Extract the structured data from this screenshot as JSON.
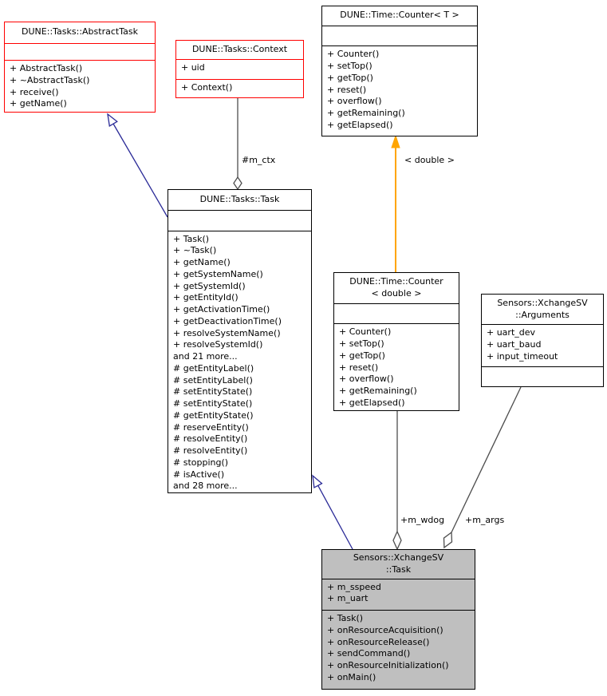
{
  "colors": {
    "undocumented_class_border": "#ff0000",
    "class_border": "#000000",
    "inheritance_edge": "#2a2a97",
    "template_instance_edge": "#ffa500",
    "member_edge": "#4d4d4d",
    "current_node_fill": "#bfbfbf",
    "node_fill": "#ffffff"
  },
  "classes": {
    "abstract_task": {
      "title_lines": [
        "DUNE::Tasks::AbstractTask"
      ],
      "attributes": [],
      "methods": [
        "+ AbstractTask()",
        "+ ~AbstractTask()",
        "+ receive()",
        "+ getName()"
      ]
    },
    "context": {
      "title_lines": [
        "DUNE::Tasks::Context"
      ],
      "attributes": [
        "+ uid"
      ],
      "methods": [
        "+ Context()"
      ]
    },
    "counter_t": {
      "title_lines": [
        "DUNE::Time::Counter< T >"
      ],
      "attributes": [],
      "methods": [
        "+ Counter()",
        "+ setTop()",
        "+ getTop()",
        "+ reset()",
        "+ overflow()",
        "+ getRemaining()",
        "+ getElapsed()"
      ]
    },
    "task": {
      "title_lines": [
        "DUNE::Tasks::Task"
      ],
      "attributes": [],
      "methods": [
        "+ Task()",
        "+ ~Task()",
        "+ getName()",
        "+ getSystemName()",
        "+ getSystemId()",
        "+ getEntityId()",
        "+ getActivationTime()",
        "+ getDeactivationTime()",
        "+ resolveSystemName()",
        "+ resolveSystemId()",
        "and 21 more...",
        "# getEntityLabel()",
        "# setEntityLabel()",
        "# setEntityState()",
        "# setEntityState()",
        "# getEntityState()",
        "# reserveEntity()",
        "# resolveEntity()",
        "# resolveEntity()",
        "# stopping()",
        "# isActive()",
        "and 28 more..."
      ]
    },
    "counter_double": {
      "title_lines": [
        "DUNE::Time::Counter",
        "< double >"
      ],
      "attributes": [],
      "methods": [
        "+ Counter()",
        "+ setTop()",
        "+ getTop()",
        "+ reset()",
        "+ overflow()",
        "+ getRemaining()",
        "+ getElapsed()"
      ]
    },
    "arguments": {
      "title_lines": [
        "Sensors::XchangeSV",
        "::Arguments"
      ],
      "attributes": [
        "+ uart_dev",
        "+ uart_baud",
        "+ input_timeout"
      ],
      "methods": []
    },
    "xchange_task": {
      "title_lines": [
        "Sensors::XchangeSV",
        "::Task"
      ],
      "attributes": [
        "+ m_sspeed",
        "+ m_uart"
      ],
      "methods": [
        "+ Task()",
        "+ onResourceAcquisition()",
        "+ onResourceRelease()",
        "+ sendCommand()",
        "+ onResourceInitialization()",
        "+ onMain()"
      ]
    }
  },
  "edge_labels": {
    "m_ctx": "#m_ctx",
    "template_double": "< double >",
    "m_wdog": "+m_wdog",
    "m_args": "+m_args"
  }
}
